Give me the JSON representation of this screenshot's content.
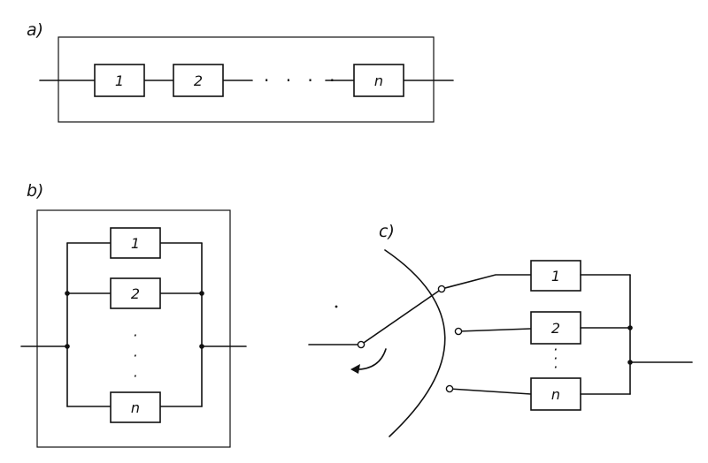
{
  "diagram_a": {
    "label": "a)",
    "blocks": [
      "1",
      "2",
      "n"
    ],
    "ellipsis": "· · · ·"
  },
  "diagram_b": {
    "label": "b)",
    "blocks": [
      "1",
      "2",
      "n"
    ],
    "ellipsis": "·"
  },
  "diagram_c": {
    "label": "c)",
    "blocks": [
      "1",
      "2",
      "n"
    ],
    "ellipsis": "·"
  }
}
